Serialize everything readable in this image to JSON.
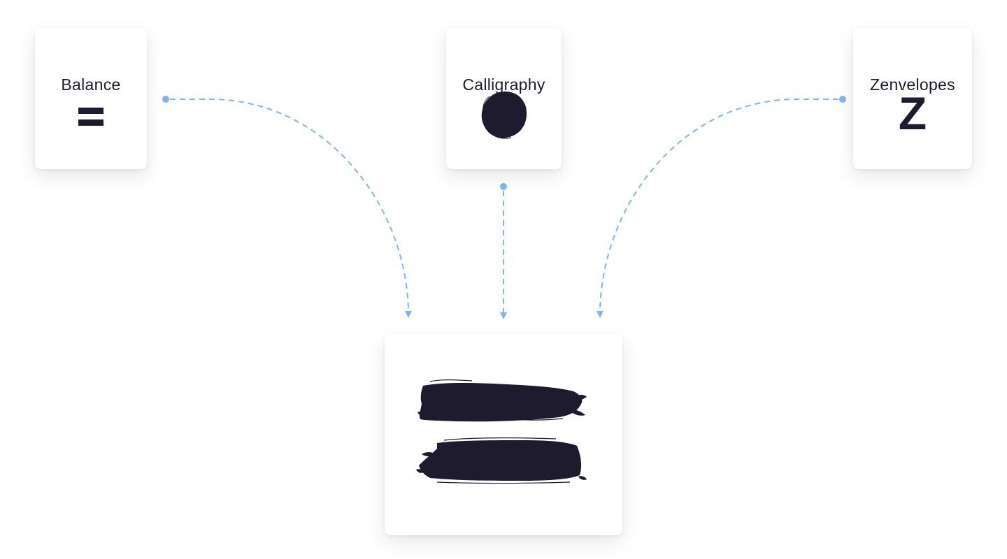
{
  "sources": [
    {
      "id": "balance",
      "label": "Balance",
      "icon": "equals-icon"
    },
    {
      "id": "calligraphy",
      "label": "Calligraphy",
      "icon": "ink-dot-icon"
    },
    {
      "id": "zenvelopes",
      "label": "Zenvelopes",
      "icon": "z-letter-icon",
      "glyph": "Z"
    }
  ],
  "result": {
    "icon": "brushstroke-equals-icon"
  },
  "colors": {
    "ink": "#1e1b2e",
    "connector": "#7ab8f5",
    "card_background": "#ffffff"
  }
}
